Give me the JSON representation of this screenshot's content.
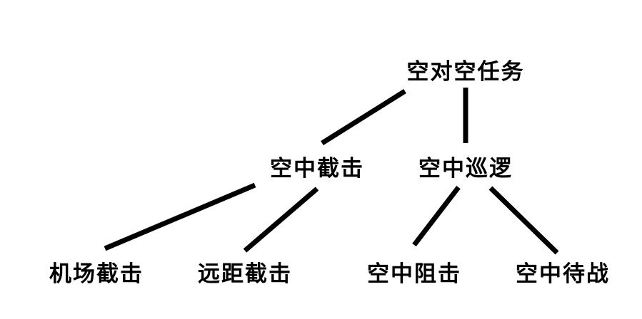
{
  "nodes": {
    "root": "空对空任务",
    "intercept": "空中截击",
    "patrol": "空中巡逻",
    "airfield_intercept": "机场截击",
    "long_range_intercept": "远距截击",
    "air_interdiction": "空中阻击",
    "air_standby": "空中待战"
  },
  "edges": [
    {
      "from": "root",
      "to": "intercept"
    },
    {
      "from": "root",
      "to": "patrol"
    },
    {
      "from": "intercept",
      "to": "airfield_intercept"
    },
    {
      "from": "intercept",
      "to": "long_range_intercept"
    },
    {
      "from": "patrol",
      "to": "air_interdiction"
    },
    {
      "from": "patrol",
      "to": "air_standby"
    }
  ],
  "colors": {
    "line": "#000000",
    "text": "#000000",
    "background": "#ffffff"
  }
}
